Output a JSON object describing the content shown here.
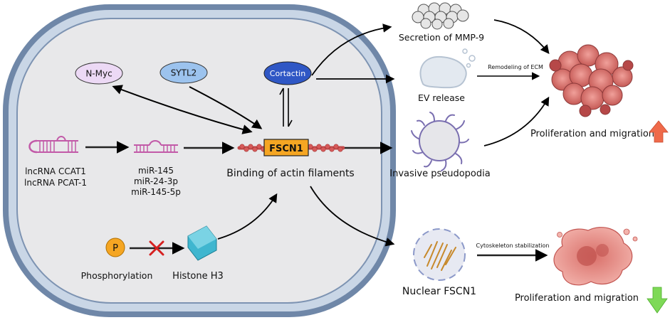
{
  "nodes": {
    "nmyc": "N-Myc",
    "sytl2": "SYTL2",
    "cortactin": "Cortactin",
    "fscn1": "FSCN1",
    "lncrna_line1": "lncRNA CCAT1",
    "lncrna_line2": "lncRNA PCAT-1",
    "mir_line1": "miR-145",
    "mir_line2": "miR-24-3p",
    "mir_line3": "miR-145-5p",
    "binding": "Binding of actin filaments",
    "phospho_symbol": "P",
    "phosphorylation": "Phosphorylation",
    "histone": "Histone H3",
    "mmp9": "Secretion of MMP-9",
    "ev_release": "EV release",
    "remodeling": "Remodeling of ECM",
    "pseudopodia": "Invasive pseudopodia",
    "prolif_up": "Proliferation and migration",
    "nuclear_fscn1": "Nuclear FSCN1",
    "cytoskeleton": "Cytoskeleton stabilization",
    "prolif_down": "Proliferation and migration"
  },
  "colors": {
    "membrane_outer": "#6f87a8",
    "membrane_inner": "#c9d6e6",
    "cytoplasm": "#e8e8ea",
    "nmyc_fill": "#ecd9f5",
    "sytl2_fill": "#9cc3ee",
    "cortactin_fill": "#2f57c5",
    "fscn1_fill": "#f5a623",
    "rna": "#c25aa8",
    "actin": "#d75a5a",
    "phospho_fill": "#f5a623",
    "histone_fill": "#3fb6cf",
    "cross": "#d62020",
    "up_arrow": "#ef6a4a",
    "down_arrow": "#7ed957",
    "tumor": "#d86f6b"
  },
  "icons": [
    "rna-hairpin-icon",
    "mirna-icon",
    "actin-filament-icon",
    "mmp9-vesicles-icon",
    "ev-cell-icon",
    "pseudopodia-cell-icon",
    "nucleus-icon",
    "tumor-cluster-icon",
    "tumor-cell-icon",
    "up-arrow-icon",
    "down-arrow-icon",
    "block-cross-icon"
  ]
}
